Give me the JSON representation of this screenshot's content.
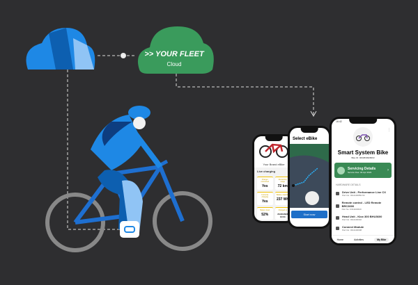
{
  "cloud": {
    "brand": ">> YOUR FLEET",
    "label": "Cloud",
    "color": "#3a9b5c"
  },
  "colors": {
    "background": "#2e2e30",
    "blue": "#1e88e5",
    "accent_yellow": "#f0c000"
  },
  "phone1": {
    "brand": "Your Brand eBike",
    "section": "Live charging",
    "cells": [
      {
        "label": "Charger connected",
        "value": "Yes"
      },
      {
        "label": "Remaining range",
        "value": "72 km"
      },
      {
        "label": "Currently charging",
        "value": "Yes"
      },
      {
        "label": "Battery capacity",
        "value": "237 Wh"
      },
      {
        "label": "Battery level",
        "value": "52%"
      },
      {
        "label": "Charged at",
        "value": "23.08.2024 10:04"
      }
    ]
  },
  "phone2": {
    "title": "Select eBike",
    "button": "Start now"
  },
  "phone3": {
    "status_time": "16:42",
    "title": "Smart System Bike",
    "bike_id": "Bike ID: 0093839908093",
    "servicing_title": "Servicing Details",
    "servicing_sub": "Service Due: 03 Apr 2023",
    "section": "HARDWARE DETAILS",
    "parts": [
      {
        "name": "Drive Unit - Performance Line CX",
        "pn": "Part No: 0311100856-50"
      },
      {
        "name": "Remote control - LED Remote BRC3600",
        "pn": "Part No: 0311100620"
      },
      {
        "name": "Head Unit - Kiox 300 BHU3600",
        "pn": "Part No: 0311100032"
      },
      {
        "name": "Connect Module",
        "pn": "Part No: 0311100008"
      }
    ],
    "nav": [
      "Home",
      "Activities",
      "My Bike"
    ]
  }
}
